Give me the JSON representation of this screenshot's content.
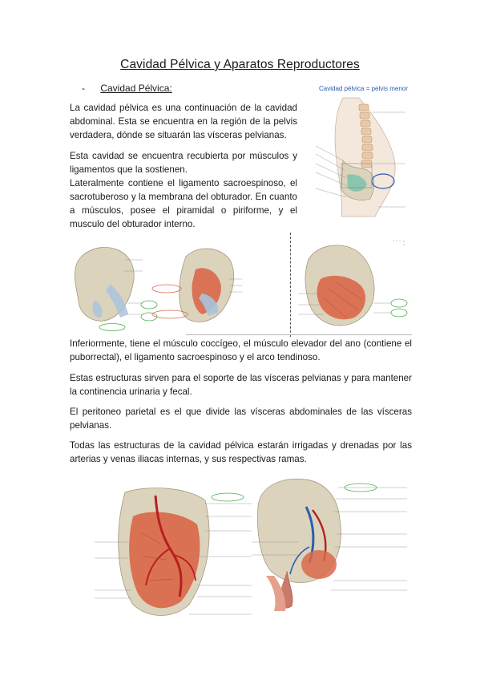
{
  "title": "Cavidad Pélvica y Aparatos Reproductores",
  "section": {
    "dash": "-",
    "label": "Cavidad Pélvica:"
  },
  "paragraphs": {
    "p1": "La cavidad pélvica es una continuación de la cavidad abdominal. Esta se encuentra en la región de la pelvis verdadera, dónde se situarán las vísceras pelvianas.",
    "p2": "Esta cavidad se encuentra recubierta por músculos y ligamentos que la sostienen.",
    "p3": "Lateralmente contiene el ligamento sacroespinoso, el sacrotuberoso y la membrana del obturador. En cuanto a músculos, posee el piramidal o piriforme, y el musculo del obturador interno.",
    "p4": "Inferiormente, tiene el músculo coccígeo, el músculo elevador del ano (contiene el puborrectal), el ligamento sacroespinoso y el arco tendinoso.",
    "p5": "Estas estructuras sirven para el soporte de las vísceras pelvianas y para mantener la continencia urinaria y fecal.",
    "p6": "El peritoneo parietal es el que divide las vísceras abdominales de las vísceras pelvianas.",
    "p7": "Todas las estructuras de la cavidad pélvica estarán irrigadas y drenadas por las arterias y venas iliacas internas, y sus respectivas ramas."
  },
  "figures": {
    "spine_title": "Cavidad pélvica = pelvis menor"
  },
  "colors": {
    "muscle": "#d9684a",
    "bone": "#dcd3bd",
    "ligament": "#a9c4dc",
    "highlight": "#4caf50",
    "blue": "#2a5db0"
  }
}
